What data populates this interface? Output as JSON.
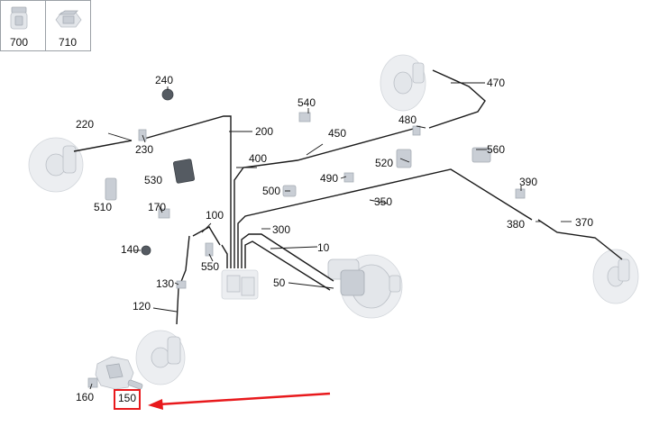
{
  "thumbnails": [
    {
      "id": "700",
      "label": "700",
      "icon": "bushing-icon"
    },
    {
      "id": "710",
      "label": "710",
      "icon": "hex-bolt-icon"
    }
  ],
  "callouts": {
    "c10": "10",
    "c50": "50",
    "c100": "100",
    "c120": "120",
    "c130": "130",
    "c140": "140",
    "c150": "150",
    "c160": "160",
    "c170": "170",
    "c200": "200",
    "c220": "220",
    "c230": "230",
    "c240": "240",
    "c300": "300",
    "c350": "350",
    "c370": "370",
    "c380": "380",
    "c390": "390",
    "c400": "400",
    "c450": "450",
    "c470": "470",
    "c480": "480",
    "c490": "490",
    "c500": "500",
    "c510": "510",
    "c520": "520",
    "c530": "530",
    "c540": "540",
    "c550": "550",
    "c560": "560"
  },
  "highlight": {
    "target": "150",
    "box_color": "#e8191c",
    "arrow_color": "#e8191c"
  }
}
